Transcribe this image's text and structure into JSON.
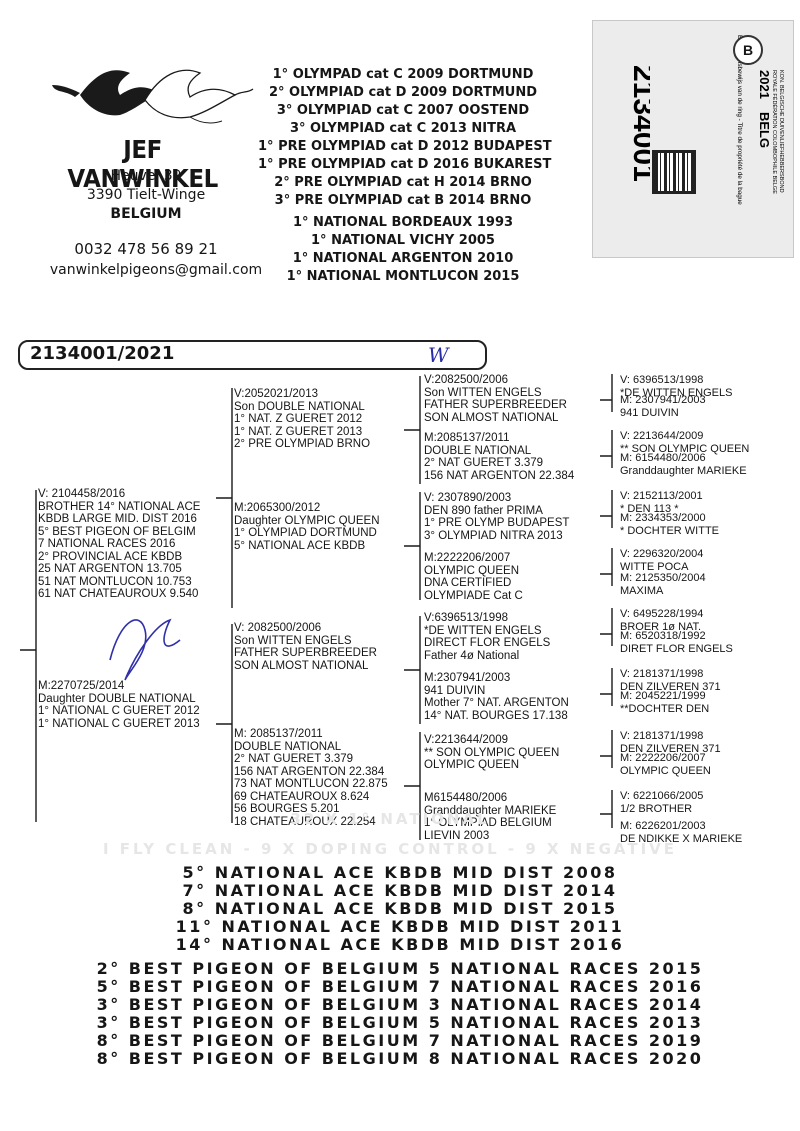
{
  "breeder": {
    "name": "JEF VANWINKEL",
    "street": "Heuvel 39",
    "city": "3390 Tielt-Winge",
    "country": "BELGIUM",
    "phone": "0032 478 56 89 21",
    "email": "vanwinkelpigeons@gmail.com"
  },
  "achievements_top": [
    "1° OLYMPAD cat C 2009 DORTMUND",
    "2° OLYMPIAD cat D 2009 DORTMUND",
    "3° OLYMPIAD cat C 2007 OOSTEND",
    "3° OLYMPIAD cat C 2013 NITRA",
    "1° PRE OLYMPIAD cat D 2012 BUDAPEST",
    "1° PRE OLYMPIAD cat D 2016 BUKAREST",
    "2° PRE OLYMPIAD cat H 2014 BRNO",
    "3° PRE OLYMPIAD cat B 2014 BRNO",
    "1° NATIONAL BORDEAUX 1993",
    "1° NATIONAL VICHY 2005",
    "1° NATIONAL ARGENTON 2010",
    "1° NATIONAL MONTLUCON 2015"
  ],
  "ring_tag": {
    "number": "2134001",
    "year": "2021",
    "country": "BELG",
    "badge": "B",
    "text1": "KON. BELGISCHE DUIVENLIEFHEBBERSBOND",
    "text2": "ROYALE FÉDÉRATION COLOMBOPHILE BELGE",
    "text3": "Eigendomsbewijs van de ring - Titre de propriété de la bague"
  },
  "pedigree": {
    "ring": "2134001/2021",
    "mark": "W",
    "sire": {
      "lines": [
        "V: 2104458/2016",
        "BROTHER 14° NATIONAL ACE",
        "KBDB LARGE MID. DIST 2016",
        "5° BEST PIGEON OF BELGIM",
        "7 NATIONAL RACES 2016",
        "2° PROVINCIAL ACE KBDB",
        "25 NAT ARGENTON 13.705",
        "51 NAT MONTLUCON 10.753",
        "61 NAT CHATEAUROUX 9.540"
      ]
    },
    "dam": {
      "lines": [
        "M:2270725/2014",
        "Daughter DOUBLE NATIONAL",
        "1° NATIONAL C GUERET 2012",
        "1° NATIONAL C GUERET 2013"
      ]
    },
    "gen2": [
      {
        "lines": [
          "V:2052021/2013",
          "Son DOUBLE NATIONAL",
          "1° NAT. Z GUERET 2012",
          "1° NAT. Z GUERET 2013",
          "2° PRE OLYMPIAD BRNO"
        ]
      },
      {
        "lines": [
          "M:2065300/2012",
          "Daughter OLYMPIC QUEEN",
          "1° OLYMPIAD DORTMUND",
          "5° NATIONAL ACE KBDB"
        ]
      },
      {
        "lines": [
          "V: 2082500/2006",
          "Son WITTEN ENGELS",
          "FATHER SUPERBREEDER",
          "SON ALMOST NATIONAL"
        ]
      },
      {
        "lines": [
          "M: 2085137/2011",
          "DOUBLE NATIONAL",
          "2° NAT GUERET 3.379",
          "156 NAT ARGENTON 22.384",
          "73 NAT MONTLUCON 22.875",
          "69 CHATEAUROUX 8.624",
          "56 BOURGES 5.201",
          "18 CHATEAUROUX 22.254"
        ]
      }
    ],
    "gen3": [
      {
        "lines": [
          "V:2082500/2006",
          "Son WITTEN ENGELS",
          "FATHER SUPERBREEDER",
          "SON ALMOST NATIONAL"
        ]
      },
      {
        "lines": [
          "M:2085137/2011",
          "DOUBLE NATIONAL",
          "2° NAT GUERET 3.379",
          "156 NAT ARGENTON 22.384"
        ]
      },
      {
        "lines": [
          "V: 2307890/2003",
          "DEN 890 father PRIMA",
          "1° PRE OLYMP BUDAPEST",
          "3° OLYMPIAD NITRA 2013"
        ]
      },
      {
        "lines": [
          "M:2222206/2007",
          "OLYMPIC QUEEN",
          "DNA CERTIFIED",
          "OLYMPIADE Cat C"
        ]
      },
      {
        "lines": [
          "V:6396513/1998",
          "*DE WITTEN ENGELS",
          "DIRECT FLOR ENGELS",
          "Father 4ø National"
        ]
      },
      {
        "lines": [
          "M:2307941/2003",
          "941 DUIVIN",
          "Mother 7° NAT. ARGENTON",
          "14° NAT. BOURGES 17.138"
        ]
      },
      {
        "lines": [
          "V:2213644/2009",
          "** SON OLYMPIC QUEEN",
          "OLYMPIC QUEEN"
        ]
      },
      {
        "lines": [
          "M6154480/2006",
          "Granddaughter MARIEKE",
          "1° OLYMPIAD BELGIUM",
          "LIEVIN 2003"
        ]
      }
    ],
    "gen4": [
      {
        "lines": [
          "V: 6396513/1998",
          "*DE WITTEN ENGELS"
        ]
      },
      {
        "lines": [
          "M: 2307941/2003",
          "941 DUIVIN"
        ]
      },
      {
        "lines": [
          "V: 2213644/2009",
          "** SON OLYMPIC QUEEN"
        ]
      },
      {
        "lines": [
          "M: 6154480/2006",
          "Granddaughter MARIEKE"
        ]
      },
      {
        "lines": [
          "V: 2152113/2001",
          "* DEN 113 *"
        ]
      },
      {
        "lines": [
          "M: 2334353/2000",
          "* DOCHTER WITTE"
        ]
      },
      {
        "lines": [
          "V: 2296320/2004",
          "WITTE POCA"
        ]
      },
      {
        "lines": [
          "M: 2125350/2004",
          "MAXIMA"
        ]
      },
      {
        "lines": [
          "V: 6495228/1994",
          "BROER 1ø NAT."
        ]
      },
      {
        "lines": [
          "M: 6520318/1992",
          "DIRET FLOR ENGELS"
        ]
      },
      {
        "lines": [
          "V: 2181371/1998",
          "DEN ZILVEREN 371"
        ]
      },
      {
        "lines": [
          "M: 2045221/1999",
          "**DOCHTER DEN"
        ]
      },
      {
        "lines": [
          "V: 2181371/1998",
          "DEN ZILVEREN 371"
        ]
      },
      {
        "lines": [
          "M: 2222206/2007",
          "OLYMPIC QUEEN"
        ]
      },
      {
        "lines": [
          "V: 6221066/2005",
          "1/2 BROTHER"
        ]
      },
      {
        "lines": [
          "M: 6226201/2003",
          "DE NDIKKE X MARIEKE"
        ]
      }
    ]
  },
  "watermark": {
    "line1": "32 X 1° NATIONAL",
    "line2": "I FLY CLEAN - 9 X DOPING CONTROL - 9 X NEGATIVE"
  },
  "achievements_bottom_ace": [
    "5° NATIONAL ACE KBDB MID DIST 2008",
    "7° NATIONAL ACE KBDB MID DIST 2014",
    "8° NATIONAL ACE KBDB MID DIST 2015",
    "11° NATIONAL ACE KBDB MID DIST 2011",
    "14° NATIONAL ACE KBDB MID DIST 2016"
  ],
  "achievements_bottom_best": [
    "2° BEST PIGEON OF BELGIUM 5 NATIONAL RACES 2015",
    "5° BEST PIGEON OF BELGIUM 7 NATIONAL RACES 2016",
    "3° BEST PIGEON OF BELGIUM 3 NATIONAL RACES 2014",
    "3° BEST PIGEON OF BELGIUM 5 NATIONAL RACES 2013",
    "8° BEST PIGEON OF BELGIUM 7 NATIONAL RACES 2019",
    "8° BEST PIGEON OF BELGIUM 8 NATIONAL RACES 2020"
  ]
}
